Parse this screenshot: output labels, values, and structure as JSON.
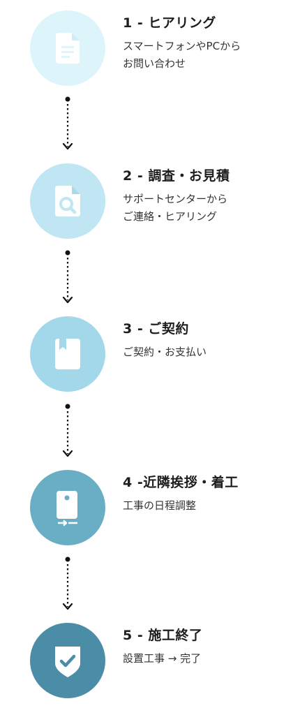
{
  "steps": [
    {
      "title": "1 - ヒアリング",
      "desc": [
        "スマートフォンやPCから",
        "お問い合わせ"
      ],
      "icon": "document-icon",
      "color": "#def4fb"
    },
    {
      "title": "2 - 調査・お見積",
      "desc": [
        "サポートセンターから",
        "ご連絡・ヒアリング"
      ],
      "icon": "search-document-icon",
      "color": "#bfe6f2"
    },
    {
      "title": "3 - ご契約",
      "desc": [
        "ご契約・お支払い"
      ],
      "icon": "bookmark-book-icon",
      "color": "#a3d8ea"
    },
    {
      "title": "4 -近隣挨拶・着工",
      "desc": [
        "工事の日程調整"
      ],
      "icon": "phone-transfer-icon",
      "color": "#6aaec6"
    },
    {
      "title": "5 - 施工終了",
      "desc": [
        "設置工事 → 完了"
      ],
      "icon": "shield-check-icon",
      "color": "#4b8da6"
    }
  ]
}
